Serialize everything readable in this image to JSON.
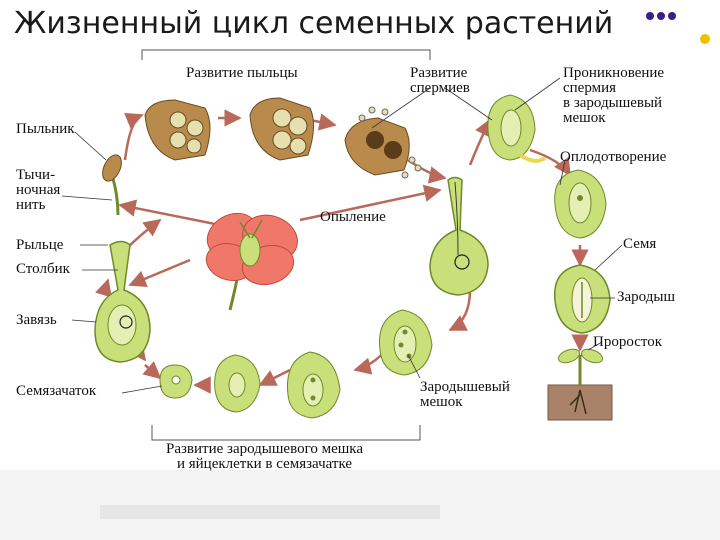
{
  "slide": {
    "title": "Жизненный цикл семенных растений",
    "accent_dot_color": "#3b1e86",
    "accent_dot_color_2": "#e8c400"
  },
  "diagram": {
    "labels": {
      "anther_development": "Развитие пыльцы",
      "sperm_development": "Развитие\nспермиев",
      "penetration": "Проникновение\nспермия\nв зародышевый\nмешок",
      "anther": "Пыльник",
      "filament": "Тычи-\nночная\nнить",
      "fertilization": "Оплодотворение",
      "pollination": "Опыление",
      "stigma": "Рыльце",
      "style": "Столбик",
      "seed": "Семя",
      "embryo": "Зародыш",
      "ovary": "Завязь",
      "seedling": "Проросток",
      "ovule": "Семязачаток",
      "embryo_sac": "Зародышевый\nмешок",
      "sac_development": "Развитие зародышевого мешка\nи яйцеклетки в семязачатке"
    },
    "colors": {
      "plant_green": "#c9df7a",
      "plant_stroke": "#6f8a2a",
      "petal": "#f0786a",
      "anther_brown": "#b88a4c",
      "pollen": "#e6e0b0",
      "arrow": "#b9695a",
      "soil": "#a8836a"
    }
  }
}
